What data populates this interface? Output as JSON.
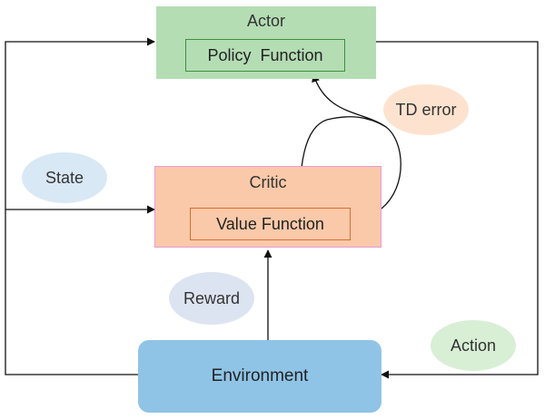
{
  "actor": {
    "title": "Actor",
    "inner_label": "Policy  Function",
    "fill_color": "#b4ddb4",
    "border_color": "#3f8f3f"
  },
  "critic": {
    "title": "Critic",
    "inner_label": "Value Function",
    "fill_color": "#f9c9a9",
    "border_color": "#e06a2a",
    "outer_border_color": "#e89ad8"
  },
  "environment": {
    "label": "Environment",
    "fill_color": "#8fc4e6"
  },
  "signals": {
    "state": {
      "label": "State",
      "color": "#d9e8f5"
    },
    "td_error": {
      "label": "TD error",
      "color": "#fde3cf"
    },
    "reward": {
      "label": "Reward",
      "color": "#dde4f1"
    },
    "action": {
      "label": "Action",
      "color": "#d8efd5"
    }
  }
}
